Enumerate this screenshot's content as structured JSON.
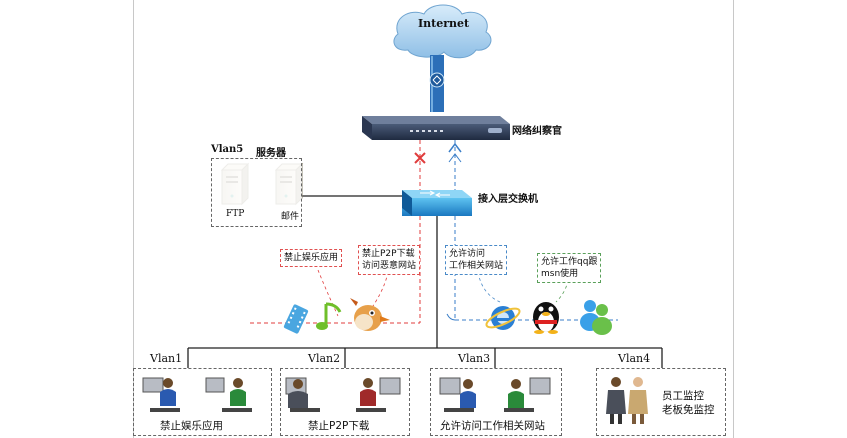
{
  "internet": {
    "label": "Internet"
  },
  "firewall": {
    "label": "网络纠察官"
  },
  "switch": {
    "label": "接入层交换机"
  },
  "servers": {
    "vlan": "Vlan5",
    "title": "服务器",
    "ftp": "FTP",
    "mail": "邮件"
  },
  "notes": {
    "ban_entertainment": "禁止娱乐应用",
    "ban_p2p_line1": "禁止P2P下载",
    "ban_p2p_line2": "访问恶意网站",
    "allow_work_line1": "允许访问",
    "allow_work_line2": "工作相关网站",
    "allow_qq_line1": "允许工作qq跟",
    "allow_qq_line2": "msn使用"
  },
  "vlans": [
    {
      "name": "Vlan1",
      "caption": "禁止娱乐应用"
    },
    {
      "name": "Vlan2",
      "caption": "禁止P2P下载"
    },
    {
      "name": "Vlan3",
      "caption": "允许访问工作相关网站"
    },
    {
      "name": "Vlan4",
      "caption_line1": "员工监控",
      "caption_line2": "老板免监控"
    }
  ],
  "colors": {
    "blocked": "#e03c3c",
    "allowed": "#3a7ec8",
    "cloud": "#9ec9ea"
  }
}
